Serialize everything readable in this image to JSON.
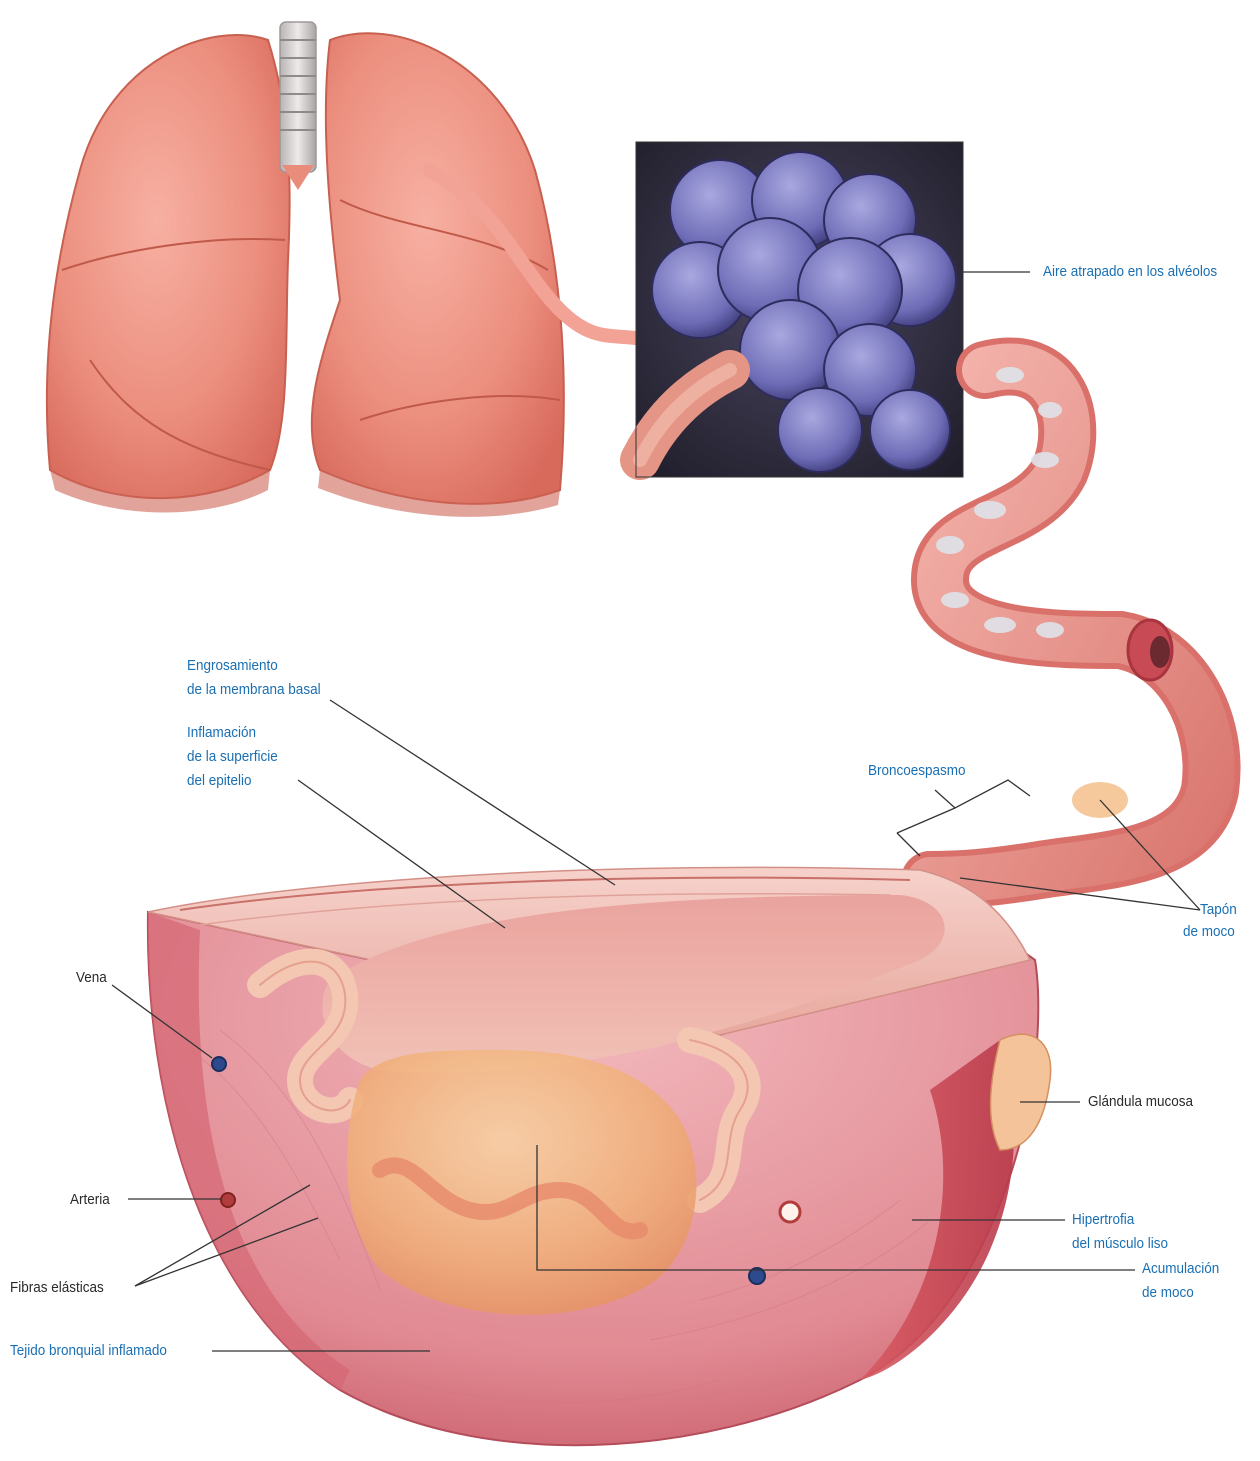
{
  "labels": {
    "aire_atrapado": "Aire atrapado en los alvéolos",
    "engrosamiento_1": "Engrosamiento",
    "engrosamiento_2": "de la membrana basal",
    "inflamacion_1": "Inflamación",
    "inflamacion_2": "de la superficie",
    "inflamacion_3": "del epitelio",
    "broncoespasmo": "Broncoespasmo",
    "tapon_1": "Tapón",
    "tapon_2": "de moco",
    "vena": "Vena",
    "glandula": "Glándula mucosa",
    "arteria": "Arteria",
    "hipertrofia_1": "Hipertrofia",
    "hipertrofia_2": "del músculo liso",
    "acumulacion_1": "Acumulación",
    "acumulacion_2": "de moco",
    "fibras": "Fibras elásticas",
    "tejido": "Tejido bronquial inflamado"
  },
  "colors": {
    "label_blue": "#1a6fb3",
    "label_dark": "#2a2a2a",
    "lung": "#ec8f7f",
    "lung_shadow": "#d4695b",
    "alveoli": "#7e7ec2",
    "tissue": "#e89aa0",
    "mucus": "#f2b27a"
  }
}
